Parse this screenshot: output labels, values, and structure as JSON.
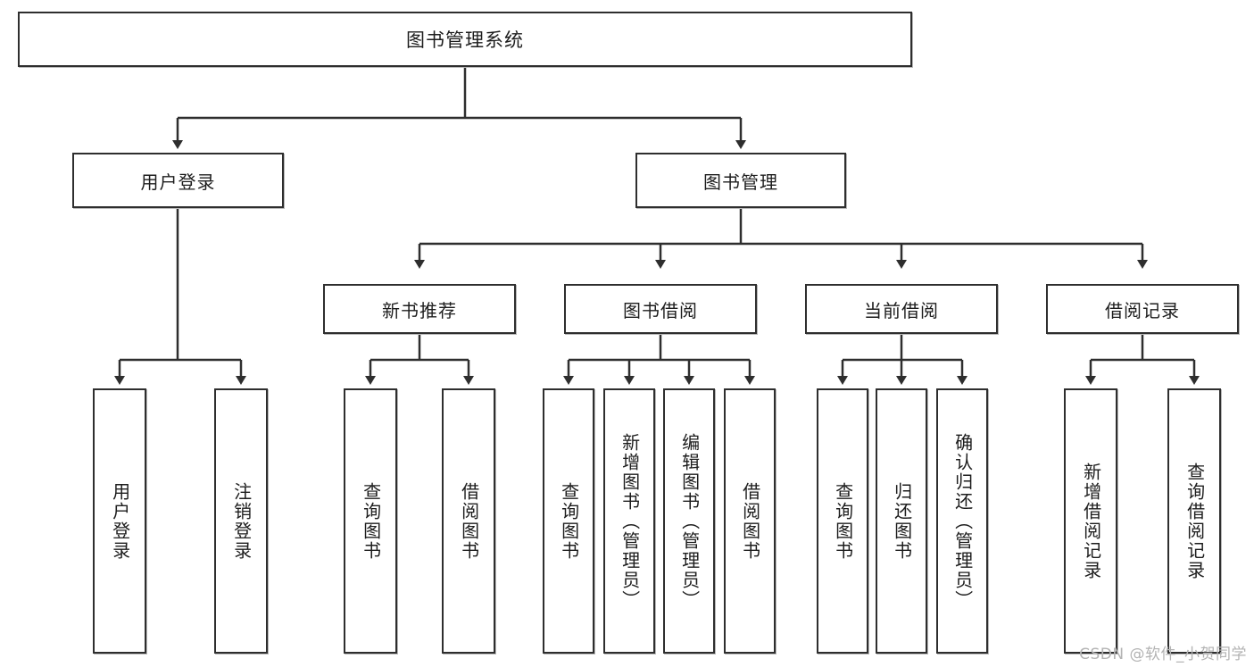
{
  "diagram": {
    "title": "图书管理系统",
    "watermark": "CSDN @软件_小贺同学",
    "colors": {
      "box_border": "#2e2e2e",
      "box_fill": "#ffffff",
      "connector": "#2e2e2e",
      "text": "#1d1d1d",
      "watermark": "#b3b3b3"
    },
    "nodes": {
      "root": {
        "label": "图书管理系统"
      },
      "level1": [
        {
          "label": "用户登录"
        },
        {
          "label": "图书管理"
        }
      ],
      "level2": [
        {
          "label": "新书推荐"
        },
        {
          "label": "图书借阅"
        },
        {
          "label": "当前借阅"
        },
        {
          "label": "借阅记录"
        }
      ],
      "leaves": [
        {
          "label": "用户登录"
        },
        {
          "label": "注销登录"
        },
        {
          "label": "查询图书"
        },
        {
          "label": "借阅图书"
        },
        {
          "label": "查询图书"
        },
        {
          "label": "新增图书（管理员）"
        },
        {
          "label": "编辑图书（管理员）"
        },
        {
          "label": "借阅图书"
        },
        {
          "label": "查询图书"
        },
        {
          "label": "归还图书"
        },
        {
          "label": "确认归还（管理员）"
        },
        {
          "label": "新增借阅记录"
        },
        {
          "label": "查询借阅记录"
        }
      ]
    }
  }
}
